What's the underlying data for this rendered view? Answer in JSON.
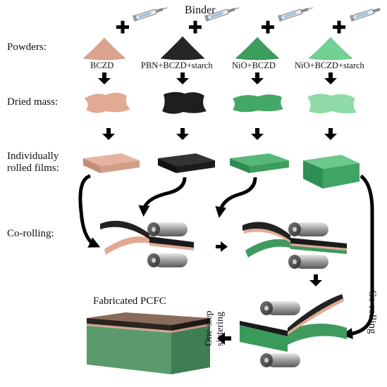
{
  "binder_label": "Binder",
  "stages": {
    "powders": "Powders:",
    "dried": "Dried mass:",
    "films_line1": "Individually",
    "films_line2": "rolled films:",
    "corolling": "Co-rolling:"
  },
  "powders": [
    {
      "label": "BCZD",
      "color": "#d9a08a"
    },
    {
      "label": "PBN+BCZD+starch",
      "color": "#2b2b2b"
    },
    {
      "label": "NiO+BCZD",
      "color": "#3a9a5c"
    },
    {
      "label": "NiO+BCZD+starch",
      "color": "#6fcf8f"
    }
  ],
  "side_label": "Co-rolling",
  "sinter_line1": "One-step",
  "sinter_line2": "sintering",
  "final_label": "Fabricated PCFC",
  "colors": {
    "electrolyte": "#e3a890",
    "cathode": "#222222",
    "anode": "#3f9a5e",
    "anode_support": "#5fbf7e"
  }
}
